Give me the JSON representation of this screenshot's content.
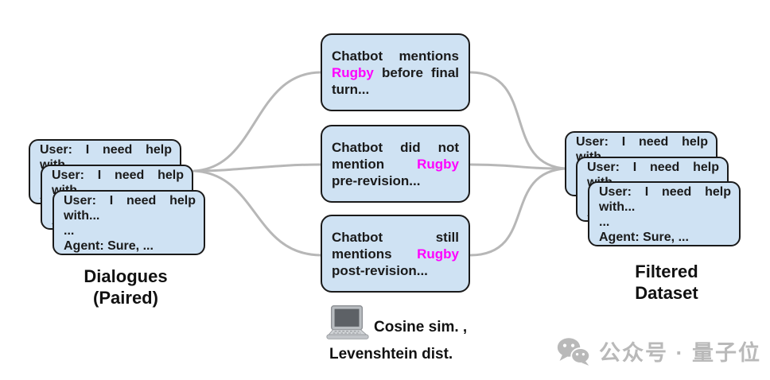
{
  "colors": {
    "card_fill": "#cfe2f3",
    "card_border": "#1a1a1a",
    "highlight": "#ff00ff",
    "connector": "#b7b7b7",
    "watermark": "#b9b9b9"
  },
  "left_stack": {
    "card": {
      "line1": "User: I need help",
      "line2": "with...",
      "line3": "...",
      "line4": "Agent: Sure, ..."
    },
    "label_line1": "Dialogues",
    "label_line2": "(Paired)"
  },
  "right_stack": {
    "card": {
      "line1": "User: I need help",
      "line2": "with...",
      "line3": "...",
      "line4": "Agent: Sure, ..."
    },
    "label_line1": "Filtered",
    "label_line2": "Dataset"
  },
  "filter_boxes": [
    {
      "line1": {
        "w1": "Chatbot",
        "w2": "mentions"
      },
      "line2": {
        "w1": "Rugby",
        "w2": "before",
        "w3": "final"
      },
      "line3": "turn..."
    },
    {
      "line1": {
        "w1": "Chatbot",
        "w2": "did",
        "w3": "not"
      },
      "line2": {
        "w1": "mention",
        "w2": "Rugby"
      },
      "line3": "pre-revision..."
    },
    {
      "line1": {
        "w1": "Chatbot",
        "w2": "still"
      },
      "line2": {
        "w1": "mentions",
        "w2": "Rugby"
      },
      "line3": "post-revision..."
    }
  ],
  "metric_caption": {
    "icon": "laptop-icon",
    "line1": "Cosine sim. ,",
    "line2": "Levenshtein dist."
  },
  "watermark": {
    "icon": "wechat-icon",
    "text": "公众号 · 量子位"
  }
}
